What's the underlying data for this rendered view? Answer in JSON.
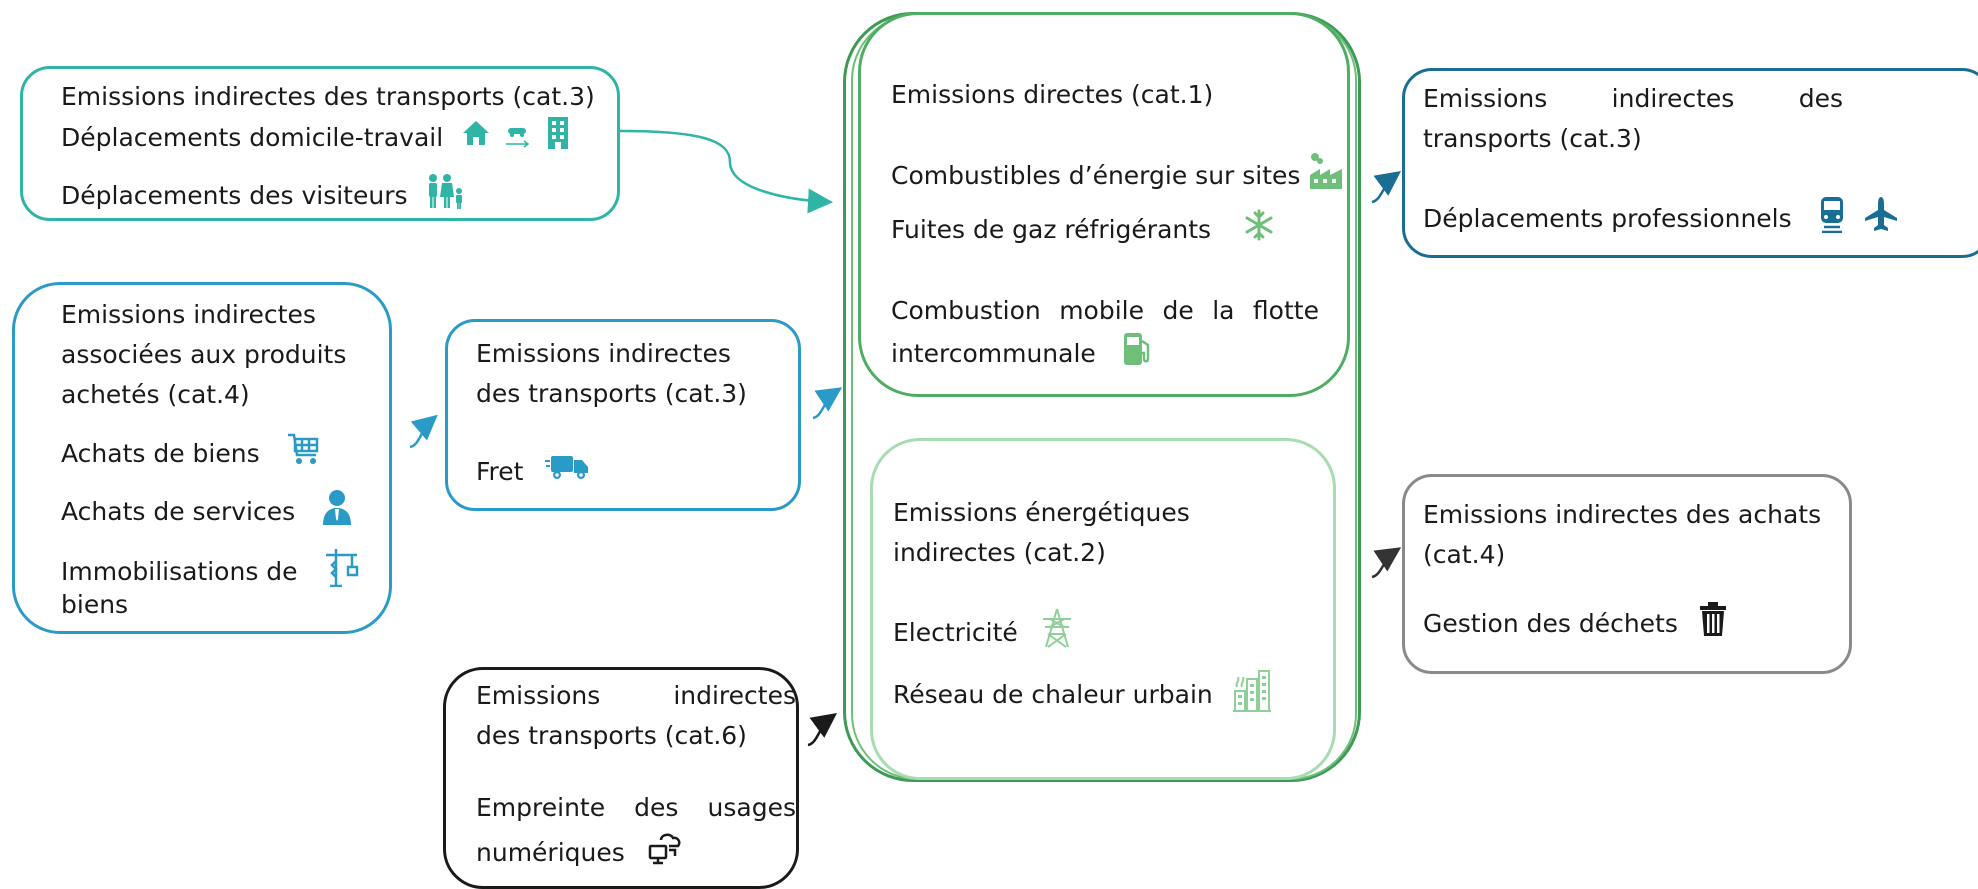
{
  "colors": {
    "teal": "#2fb5a6",
    "blue": "#2a9ac7",
    "navy": "#1a6e93",
    "green_dark": "#3f9a55",
    "green_mid": "#6dbf7a",
    "green_light": "#a8dcb1",
    "grey": "#8a8a8a",
    "black": "#1a1a1a"
  },
  "box_transport_top": {
    "line1": "Emissions indirectes des transports (cat.3)",
    "line2": "Déplacements domicile-travail",
    "line3": "Déplacements des visiteurs",
    "icons": [
      "house-icon",
      "car-icon",
      "building-icon",
      "family-icon"
    ]
  },
  "box_products": {
    "line1": "Emissions indirectes",
    "line2": "associées aux produits",
    "line3": "achetés (cat.4)",
    "item1": "Achats de biens",
    "item2": "Achats de services",
    "item3a": "Immobilisations de",
    "item3b": "biens",
    "icons": [
      "cart-icon",
      "person-icon",
      "crane-icon"
    ]
  },
  "box_fret": {
    "line1": "Emissions indirectes",
    "line2": "des transports (cat.3)",
    "item1": "Fret",
    "icons": [
      "truck-icon"
    ]
  },
  "box_numeric": {
    "line1a": "Emissions",
    "line1b": "indirectes",
    "line2": "des transports (cat.6)",
    "line3a": "Empreinte",
    "line3b": "des",
    "line3c": "usages",
    "line4": "numériques",
    "icons": [
      "cloud-computer-icon"
    ]
  },
  "box_direct": {
    "title": "Emissions directes (cat.1)",
    "item1": "Combustibles d’énergie sur sites",
    "item2": "Fuites de gaz réfrigérants",
    "item3a": "Combustion",
    "item3b": "mobile",
    "item3c": "de",
    "item3d": "la",
    "item3e": "flotte",
    "item3f": "intercommunale",
    "icons": [
      "factory-icon",
      "snowflake-icon",
      "fuel-pump-icon"
    ]
  },
  "box_indirect_energy": {
    "title1": "Emissions énergétiques",
    "title2": "indirectes (cat.2)",
    "item1": "Electricité",
    "item2": "Réseau de chaleur urbain",
    "icons": [
      "pylon-icon",
      "city-heating-icon"
    ]
  },
  "box_professional": {
    "line1a": "Emissions",
    "line1b": "indirectes",
    "line1c": "des",
    "line2": "transports (cat.3)",
    "item1": "Déplacements professionnels",
    "icons": [
      "train-icon",
      "plane-icon"
    ]
  },
  "box_waste": {
    "line1": "Emissions indirectes des achats",
    "line2": "(cat.4)",
    "item1": "Gestion des déchets",
    "icons": [
      "trash-icon"
    ]
  }
}
